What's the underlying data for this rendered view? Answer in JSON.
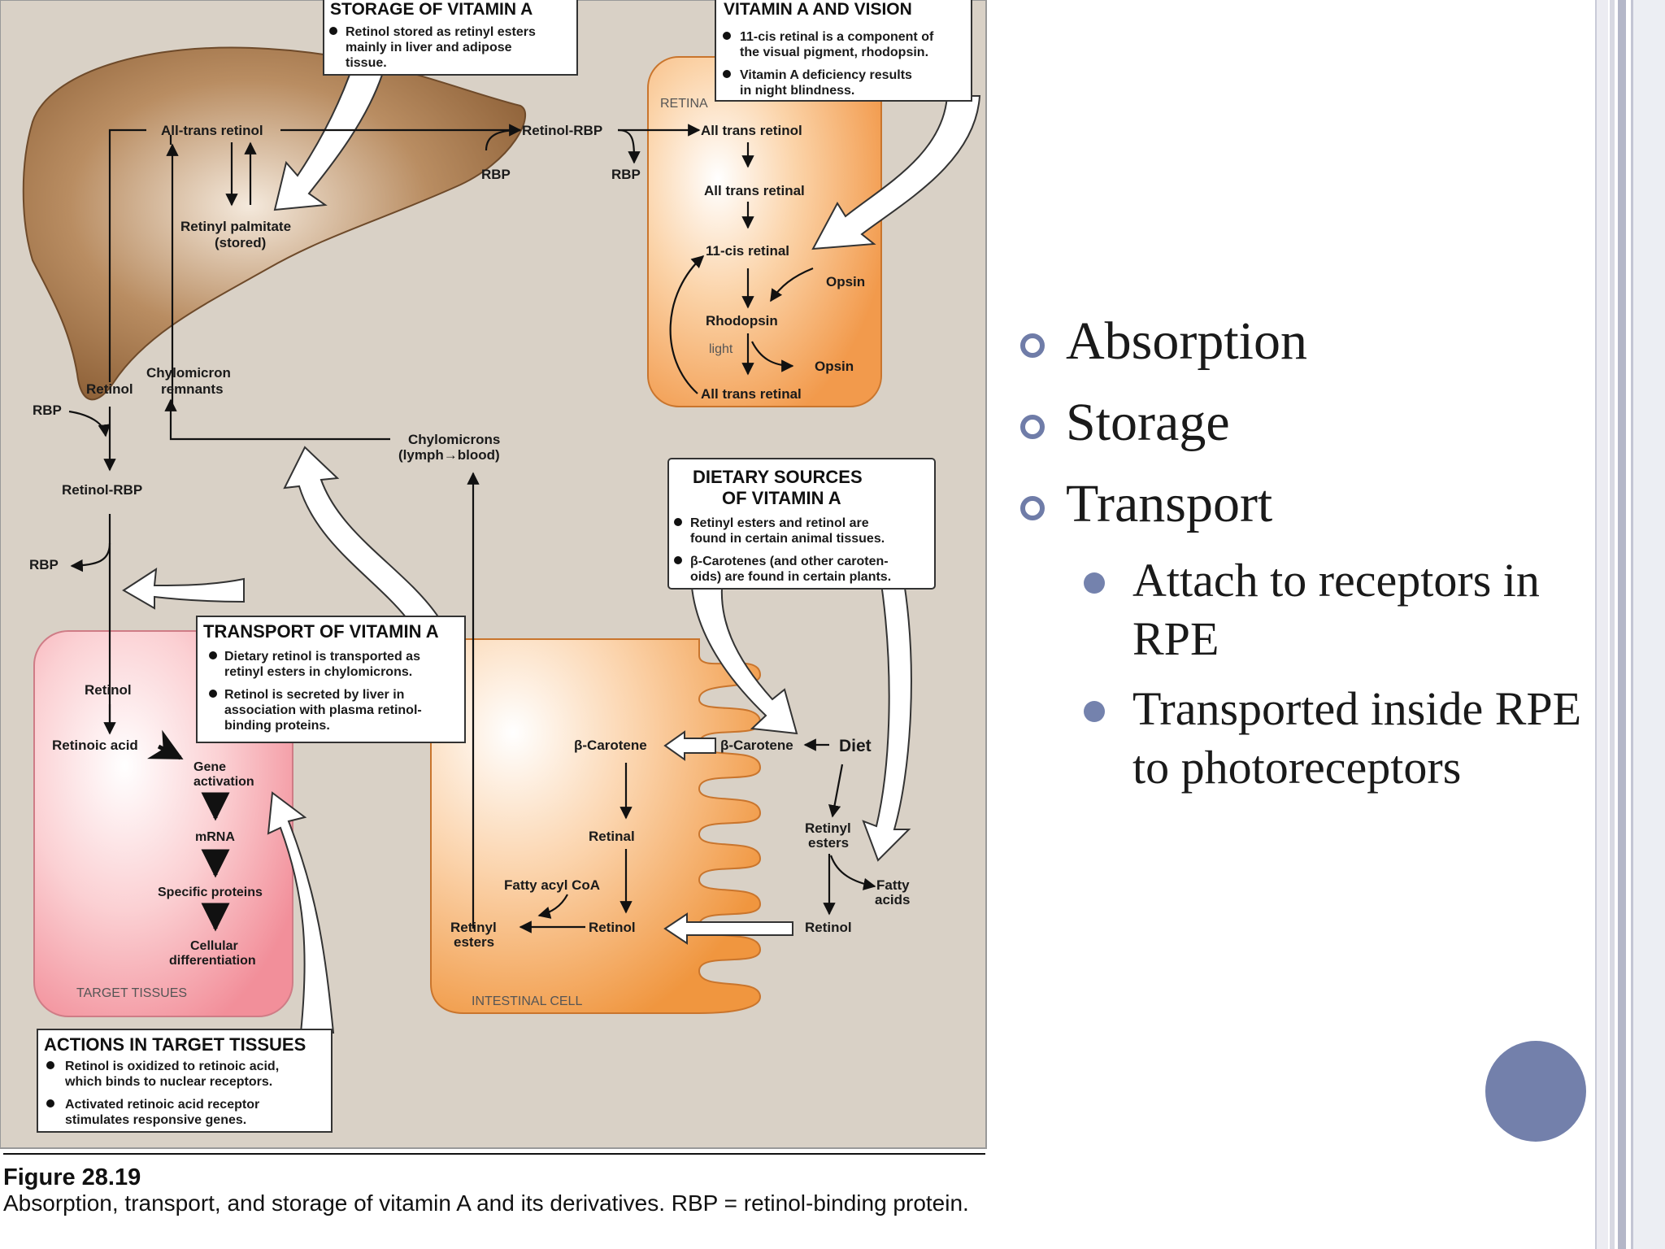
{
  "diagram": {
    "storage_box": {
      "title": "STORAGE OF VITAMIN A",
      "lines": [
        "Retinol stored as retinyl esters",
        "mainly in liver and adipose",
        "tissue."
      ]
    },
    "vision_box": {
      "title": "VITAMIN A AND VISION",
      "lines": [
        "11-cis retinal is a component of",
        "the visual pigment, rhodopsin.",
        "Vitamin A deficiency results",
        "in night blindness."
      ]
    },
    "dietary_box": {
      "title1": "DIETARY SOURCES",
      "title2": "OF VITAMIN A",
      "lines": [
        "Retinyl esters and retinol are",
        "found in certain animal tissues.",
        "β-Carotenes (and other caroten-",
        "oids) are found in certain plants."
      ]
    },
    "transport_box": {
      "title": "TRANSPORT OF VITAMIN A",
      "lines": [
        "Dietary retinol is transported as",
        "retinyl esters in chylomicrons.",
        "Retinol is secreted by liver in",
        "association with plasma retinol-",
        "binding proteins."
      ]
    },
    "actions_box": {
      "title": "ACTIONS IN TARGET TISSUES",
      "lines": [
        "Retinol is oxidized to retinoic acid,",
        "which binds to nuclear receptors.",
        "Activated retinoic acid receptor",
        "stimulates responsive genes."
      ]
    },
    "liver": {
      "all_trans_retinol": "All-trans retinol",
      "retinyl_palmitate": "Retinyl palmitate",
      "stored": "(stored)",
      "retinol": "Retinol",
      "chylomicron": "Chylomicron",
      "remnants": "remnants"
    },
    "blood": {
      "retinol_rbp_top": "Retinol-RBP",
      "rbp_a": "RBP",
      "rbp_b": "RBP",
      "rbp_left": "RBP",
      "retinol_rbp_left": "Retinol-RBP",
      "rbp_left2": "RBP",
      "chylomicrons": "Chylomicrons",
      "lymph_blood": "(lymph→blood)"
    },
    "retina": {
      "label": "RETINA",
      "all_trans_retinol": "All trans retinol",
      "all_trans_retinal": "All trans retinal",
      "cis_retinal": "11-cis retinal",
      "opsin_in": "Opsin",
      "rhodopsin": "Rhodopsin",
      "light": "light",
      "opsin_out": "Opsin",
      "all_trans_retinal_bottom": "All trans retinal"
    },
    "target": {
      "label": "TARGET TISSUES",
      "retinol": "Retinol",
      "retinoic_acid": "Retinoic acid",
      "gene": "Gene",
      "activation": "activation",
      "mrna": "mRNA",
      "specific_proteins": "Specific proteins",
      "cellular": "Cellular",
      "differentiation": "differentiation"
    },
    "intestine": {
      "label": "INTESTINAL CELL",
      "carotene_in": "β-Carotene",
      "carotene_out": "β-Carotene",
      "diet": "Diet",
      "retinal": "Retinal",
      "fatty_acyl_coa": "Fatty acyl CoA",
      "retinol": "Retinol",
      "retinyl": "Retinyl",
      "esters": "esters",
      "retinyl_out": "Retinyl",
      "esters_out": "esters",
      "fatty": "Fatty",
      "acids": "acids",
      "retinol_out": "Retinol"
    }
  },
  "caption": {
    "number": "Figure 28.19",
    "text": "Absorption, transport, and storage of vitamin A and its derivatives.  RBP = retinol-binding protein."
  },
  "bullets": [
    {
      "label": "Absorption"
    },
    {
      "label": "Storage"
    },
    {
      "label": "Transport",
      "children": [
        "Attach to receptors in RPE",
        "Transported inside RPE to photoreceptors"
      ]
    }
  ],
  "colors": {
    "background_panel": "#d9d1c6",
    "liver": "#9a6a3e",
    "retina": "#f5a55a",
    "target": "#f5a3ab",
    "intestine": "#f2a25a",
    "bullet_accent": "#7380ab"
  }
}
